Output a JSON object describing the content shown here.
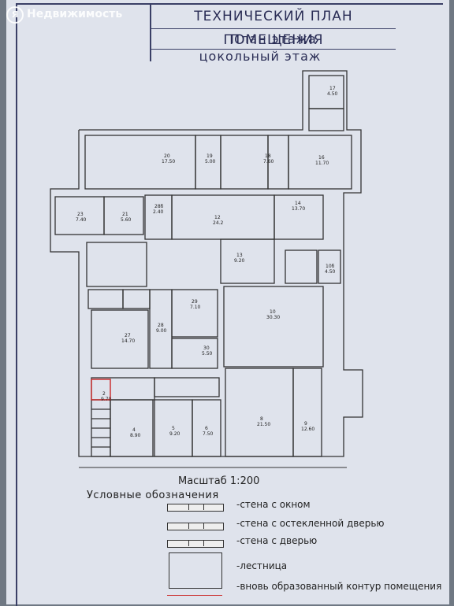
{
  "watermark": {
    "text": "Недвижимость",
    "logo": "Я"
  },
  "header": {
    "title": "ТЕХНИЧЕСКИЙ ПЛАН ПОМЕЩЕНИЯ",
    "subtitle": "План этажа",
    "floor": "цокольный этаж"
  },
  "rooms": [
    {
      "id": "r23",
      "num": "23",
      "area": "7.40"
    },
    {
      "id": "r21",
      "num": "21",
      "area": "5.60"
    },
    {
      "id": "r20",
      "num": "20",
      "area": "17.50"
    },
    {
      "id": "r19",
      "num": "19",
      "area": "5.00"
    },
    {
      "id": "r18",
      "num": "18",
      "area": "7.60"
    },
    {
      "id": "r16",
      "num": "16",
      "area": "11.70"
    },
    {
      "id": "r17",
      "num": "17",
      "area": "4.50"
    },
    {
      "id": "r12",
      "num": "12",
      "area": "24.2"
    },
    {
      "id": "r14",
      "num": "14",
      "area": "13.70"
    },
    {
      "id": "r13",
      "num": "13",
      "area": "9.20"
    },
    {
      "id": "r10a",
      "num": "10б",
      "area": "4.50"
    },
    {
      "id": "r28b",
      "num": "28б",
      "area": "2.40"
    },
    {
      "id": "r29",
      "num": "29",
      "area": "7.10"
    },
    {
      "id": "r27",
      "num": "27",
      "area": "14.70"
    },
    {
      "id": "r28",
      "num": "28",
      "area": "9.00"
    },
    {
      "id": "r30",
      "num": "30",
      "area": "5.50"
    },
    {
      "id": "r10",
      "num": "10",
      "area": "30.30"
    },
    {
      "id": "r2",
      "num": "2",
      "area": "9.70"
    },
    {
      "id": "r4",
      "num": "4",
      "area": "8.90"
    },
    {
      "id": "r5",
      "num": "5",
      "area": "9.20"
    },
    {
      "id": "r6",
      "num": "6",
      "area": "7.50"
    },
    {
      "id": "r8",
      "num": "8",
      "area": "21.50"
    },
    {
      "id": "r9",
      "num": "9",
      "area": "12.60"
    }
  ],
  "footer": {
    "scale": "Масштаб 1:200",
    "legend_title": "Условные обозначения"
  },
  "legend": [
    {
      "label": "-стена с окном"
    },
    {
      "label": "-стена с остекленной дверью"
    },
    {
      "label": "-стена с дверью"
    },
    {
      "label": "-лестница"
    },
    {
      "label": "-вновь образованный контур помещения"
    }
  ]
}
